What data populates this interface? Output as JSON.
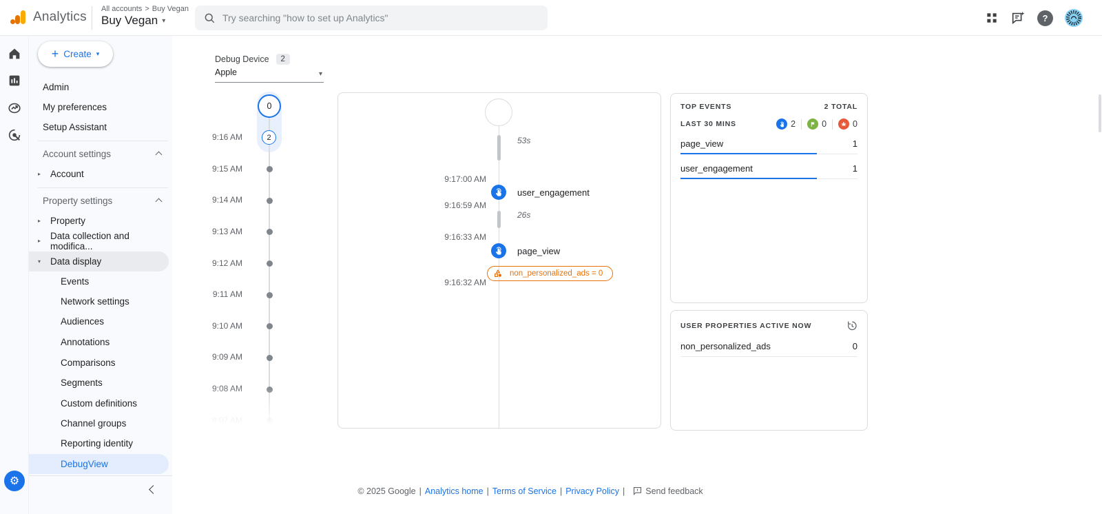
{
  "header": {
    "brand": "Analytics",
    "breadcrumb": {
      "root": "All accounts",
      "separator": ">",
      "current": "Buy Vegan"
    },
    "property_name": "Buy Vegan",
    "search_placeholder": "Try searching \"how to set up Analytics\""
  },
  "sidebar": {
    "create_label": "Create",
    "items_top": [
      "Admin",
      "My preferences",
      "Setup Assistant"
    ],
    "account_section": {
      "label": "Account settings",
      "children": [
        "Account"
      ]
    },
    "property_section": {
      "label": "Property settings",
      "items": [
        "Property",
        "Data collection and modifica...",
        "Data display"
      ],
      "data_display_children": [
        "Events",
        "Network settings",
        "Audiences",
        "Annotations",
        "Comparisons",
        "Segments",
        "Custom definitions",
        "Channel groups",
        "Reporting identity",
        "DebugView"
      ],
      "selected_child": "DebugView"
    }
  },
  "debug_device": {
    "label": "Debug Device",
    "count": "2",
    "selected": "Apple"
  },
  "minutes_timeline": {
    "selected_count": "0",
    "second_count": "2",
    "times": [
      "9:16 AM",
      "9:15 AM",
      "9:14 AM",
      "9:13 AM",
      "9:12 AM",
      "9:11 AM",
      "9:10 AM",
      "9:09 AM",
      "9:08 AM",
      "9:07 AM"
    ]
  },
  "stream": {
    "durations": [
      "53s",
      "26s"
    ],
    "entries": [
      {
        "time_top": "9:17:00 AM",
        "time_bottom": "9:16:59 AM",
        "event": "user_engagement"
      },
      {
        "time_top": "9:16:33 AM",
        "time_bottom": "9:16:32 AM",
        "event": "page_view"
      }
    ],
    "property_chip": "non_personalized_ads = 0"
  },
  "top_events": {
    "title": "TOP EVENTS",
    "total": "2 TOTAL",
    "subtitle": "LAST 30 MINS",
    "counters": {
      "events": "2",
      "conversions": "0",
      "errors": "0"
    },
    "rows": [
      {
        "name": "page_view",
        "count": "1"
      },
      {
        "name": "user_engagement",
        "count": "1"
      }
    ]
  },
  "user_properties": {
    "title": "USER PROPERTIES ACTIVE NOW",
    "rows": [
      {
        "name": "non_personalized_ads",
        "value": "0"
      }
    ]
  },
  "footer": {
    "copyright": "© 2025 Google",
    "separator": "|",
    "links": [
      "Analytics home",
      "Terms of Service",
      "Privacy Policy"
    ],
    "feedback": "Send feedback"
  },
  "icons": {
    "plus": "+",
    "caret_down": "▾",
    "tree_collapsed": "▸",
    "tree_expanded": "▾",
    "gear": "⚙",
    "help": "?"
  },
  "colors": {
    "accent_blue": "#1a73e8",
    "conversion_green": "#7cb342",
    "error_red": "#e8593a",
    "property_orange": "#e8710a",
    "sidebar_bg": "#f8fafd",
    "selected_blue_bg": "#e4edfd"
  }
}
